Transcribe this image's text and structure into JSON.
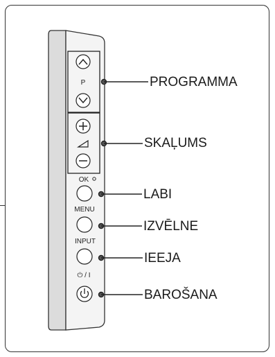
{
  "labels": {
    "programma": "PROGRAMMA",
    "skalums": "SKAĻUMS",
    "labi": "LABI",
    "izvelne": "IZVĒLNE",
    "ieeja": "IEEJA",
    "barosana": "BAROŠANA"
  },
  "panel_text": {
    "p": "P",
    "ok": "OK",
    "menu": "MENU",
    "input": "INPUT",
    "power": "⏻ / I"
  }
}
